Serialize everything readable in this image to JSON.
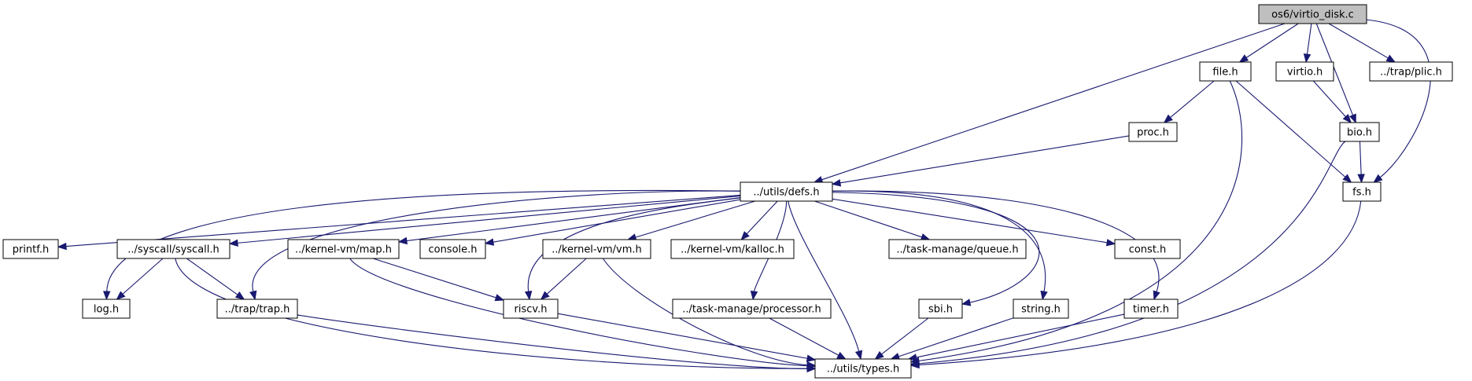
{
  "graph": {
    "root": "os6/virtio_disk.c",
    "colors": {
      "edge": "#191970",
      "root_fill": "#bfbfbf",
      "node_fill": "#ffffff",
      "border": "#000000"
    },
    "nodes": [
      {
        "id": "virtio_disk",
        "label": "os6/virtio_disk.c",
        "root": true
      },
      {
        "id": "file",
        "label": "file.h"
      },
      {
        "id": "virtio",
        "label": "virtio.h"
      },
      {
        "id": "plic",
        "label": "../trap/plic.h"
      },
      {
        "id": "proc",
        "label": "proc.h"
      },
      {
        "id": "bio",
        "label": "bio.h"
      },
      {
        "id": "defs",
        "label": "../utils/defs.h"
      },
      {
        "id": "fs",
        "label": "fs.h"
      },
      {
        "id": "printf",
        "label": "printf.h"
      },
      {
        "id": "syscall",
        "label": "../syscall/syscall.h"
      },
      {
        "id": "map",
        "label": "../kernel-vm/map.h"
      },
      {
        "id": "console",
        "label": "console.h"
      },
      {
        "id": "vm",
        "label": "../kernel-vm/vm.h"
      },
      {
        "id": "kalloc",
        "label": "../kernel-vm/kalloc.h"
      },
      {
        "id": "queue",
        "label": "../task-manage/queue.h"
      },
      {
        "id": "const",
        "label": "const.h"
      },
      {
        "id": "log",
        "label": "log.h"
      },
      {
        "id": "trap",
        "label": "../trap/trap.h"
      },
      {
        "id": "riscv",
        "label": "riscv.h"
      },
      {
        "id": "processor",
        "label": "../task-manage/processor.h"
      },
      {
        "id": "sbi",
        "label": "sbi.h"
      },
      {
        "id": "string",
        "label": "string.h"
      },
      {
        "id": "timer",
        "label": "timer.h"
      },
      {
        "id": "types",
        "label": "../utils/types.h"
      }
    ],
    "edges": [
      [
        "virtio_disk",
        "defs"
      ],
      [
        "virtio_disk",
        "file"
      ],
      [
        "virtio_disk",
        "virtio"
      ],
      [
        "virtio_disk",
        "bio"
      ],
      [
        "virtio_disk",
        "plic"
      ],
      [
        "virtio_disk",
        "fs"
      ],
      [
        "file",
        "proc"
      ],
      [
        "file",
        "fs"
      ],
      [
        "file",
        "types"
      ],
      [
        "virtio",
        "bio"
      ],
      [
        "bio",
        "fs"
      ],
      [
        "bio",
        "types"
      ],
      [
        "proc",
        "defs"
      ],
      [
        "fs",
        "types"
      ],
      [
        "defs",
        "printf"
      ],
      [
        "defs",
        "syscall"
      ],
      [
        "defs",
        "map"
      ],
      [
        "defs",
        "console"
      ],
      [
        "defs",
        "vm"
      ],
      [
        "defs",
        "kalloc"
      ],
      [
        "defs",
        "queue"
      ],
      [
        "defs",
        "const"
      ],
      [
        "defs",
        "log"
      ],
      [
        "defs",
        "trap"
      ],
      [
        "defs",
        "riscv"
      ],
      [
        "defs",
        "processor"
      ],
      [
        "defs",
        "sbi"
      ],
      [
        "defs",
        "string"
      ],
      [
        "defs",
        "timer"
      ],
      [
        "defs",
        "types"
      ],
      [
        "syscall",
        "log"
      ],
      [
        "syscall",
        "trap"
      ],
      [
        "syscall",
        "types"
      ],
      [
        "map",
        "riscv"
      ],
      [
        "map",
        "types"
      ],
      [
        "vm",
        "riscv"
      ],
      [
        "vm",
        "types"
      ],
      [
        "trap",
        "types"
      ],
      [
        "riscv",
        "types"
      ],
      [
        "processor",
        "types"
      ],
      [
        "sbi",
        "types"
      ],
      [
        "string",
        "types"
      ],
      [
        "timer",
        "types"
      ]
    ]
  }
}
